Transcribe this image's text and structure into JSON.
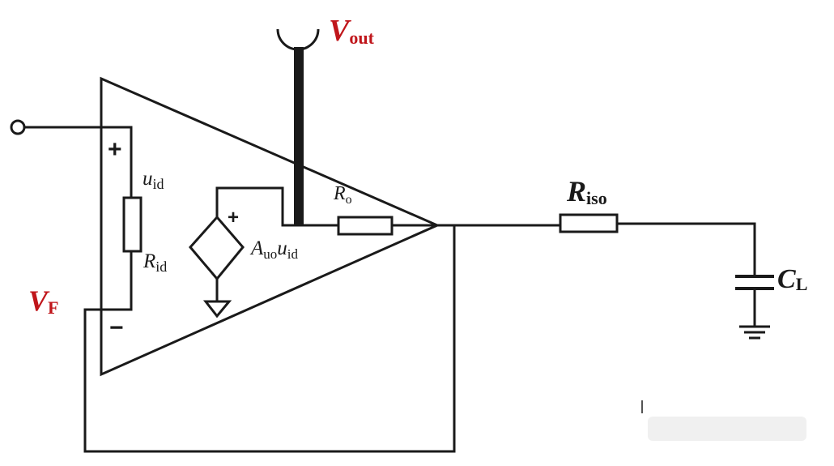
{
  "colors": {
    "line": "#1a1a1a",
    "accent_label": "#c0161b",
    "background": "#ffffff"
  },
  "labels": {
    "vout": {
      "main": "V",
      "sub": "out"
    },
    "vf": {
      "main": "V",
      "sub": "F"
    },
    "ro": {
      "main": "R",
      "sub": "o"
    },
    "riso": {
      "main": "R",
      "sub": "iso"
    },
    "cl": {
      "main": "C",
      "sub": "L"
    },
    "uid": {
      "main": "u",
      "sub": "id"
    },
    "rid": {
      "main": "R",
      "sub": "id"
    },
    "gain": {
      "a": "A",
      "a_sub": "uo",
      "u": "u",
      "u_sub": "id"
    }
  },
  "signs": {
    "noninverting": "+",
    "inverting": "−",
    "source_plus": "+"
  },
  "icons": [
    "input-terminal-icon",
    "output-probe-icon",
    "resistor-icon",
    "dependent-source-icon",
    "ground-icon",
    "capacitor-icon"
  ]
}
